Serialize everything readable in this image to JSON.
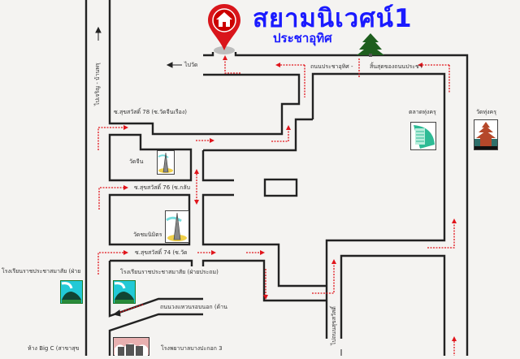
{
  "header": {
    "title": "สยามนิเวศน์1",
    "subtitle": "ประชาอุทิศ"
  },
  "colors": {
    "title": "#1a1aff",
    "pin": "#d9151b",
    "route_arrows": "#e0141b",
    "roads": "#222222",
    "tree": "#1e5e1e"
  },
  "labels": {
    "to_temple": "ไปวัด",
    "to_charoen": "ไปเจริญ - บ้านพรุ",
    "pracha_uthit_road": "ถนนประชาอุทิศ -",
    "end_of_road": "สิ้นสุดของถนนประชา",
    "soi_78": "ซ.สุขสวัสดิ์ 78 (ซ.วัดจีนเรือง)",
    "market": "ตลาดทุ่งครุ",
    "wat_thung_khru": "วัดทุ่งครุ",
    "wat_chin": "วัดจีน",
    "soi_76": "ซ.สุขสวัสดิ์ 76 (ซ.กลับ",
    "wat_chom_nimit": "วัดชมนิมิตร",
    "soi_74": "ซ.สุขสวัสดิ์ 74 (ซ.วัด",
    "school_left": "โรงเรียนราชประชาสมาสัย (ฝ่าย",
    "school_primary": "โรงเรียนราชประชาสมาสัย (ฝ่ายประถม)",
    "ring_road": "ถนนวงแหวนรอบนอก (ด้าน",
    "big_c": "ห้าง Big C (สาขาสุข",
    "hospital": "โรงพยาบาลบางปะกอก 3",
    "to_suksawat": "ไปถนนสุขสวัสดิ์"
  },
  "icons": [
    "home-pin-icon",
    "pine-tree-icon",
    "temple-tower-icon",
    "market-building-icon",
    "pagoda-icon",
    "school-icon",
    "hospital-icon"
  ]
}
